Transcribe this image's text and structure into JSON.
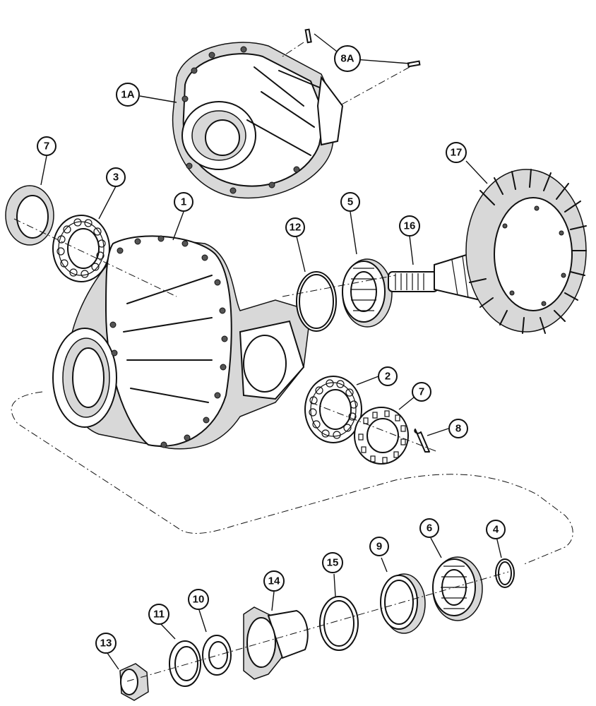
{
  "callouts": {
    "c1A": "1A",
    "c8A": "8A",
    "c7a": "7",
    "c3": "3",
    "c1": "1",
    "c12": "12",
    "c5": "5",
    "c16": "16",
    "c17": "17",
    "c2": "2",
    "c7b": "7",
    "c8": "8",
    "c6": "6",
    "c4": "4",
    "c9": "9",
    "c15": "15",
    "c14": "14",
    "c10": "10",
    "c11": "11",
    "c13": "13"
  }
}
